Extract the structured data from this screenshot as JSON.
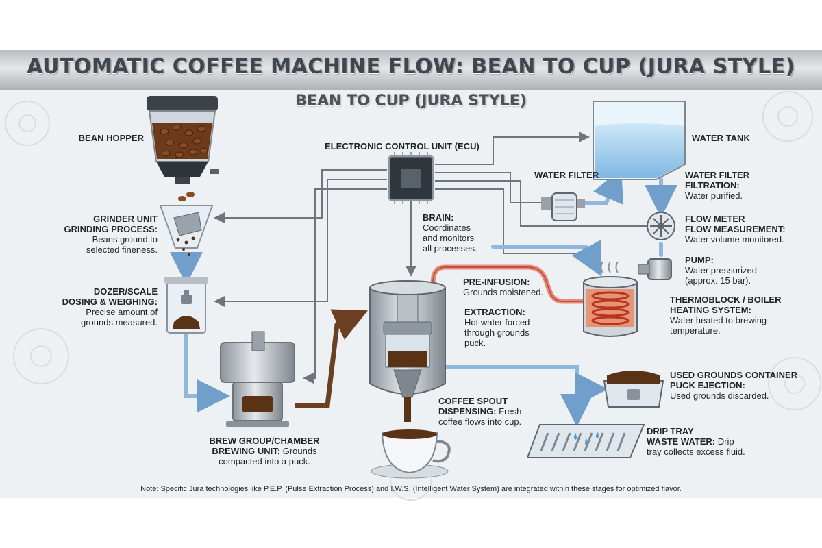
{
  "title": "AUTOMATIC COFFEE MACHINE FLOW: BEAN TO CUP (JURA STYLE)",
  "subtitle": "BEAN TO CUP (JURA STYLE)",
  "labels": {
    "bean_hopper": "BEAN HOPPER",
    "ecu": "ELECTRONIC CONTROL UNIT (ECU)",
    "water_tank": "WATER TANK",
    "water_filter": "WATER FILTER",
    "filtration_head": "WATER FILTER",
    "filtration_sub": "FILTRATION:",
    "filtration_desc": "Water purified.",
    "grinder_head": "GRINDER UNIT",
    "grinder_sub": "GRINDING PROCESS:",
    "grinder_desc1": "Beans ground to",
    "grinder_desc2": "selected fineness.",
    "brain_head": "BRAIN:",
    "brain_desc1": "Coordinates",
    "brain_desc2": "and monitors",
    "brain_desc3": "all processes.",
    "flow_head": "FLOW METER",
    "flow_sub": "FLOW MEASUREMENT:",
    "flow_desc": "Water volume monitored.",
    "pump_head": "PUMP:",
    "pump_desc1": "Water pressurized",
    "pump_desc2": "(approx. 15 bar).",
    "dozer_head": "DOZER/SCALE",
    "dozer_sub": "DOSING & WEIGHING:",
    "dozer_desc1": "Precise amount of",
    "dozer_desc2": "grounds measured.",
    "preinf_head": "PRE-INFUSION:",
    "preinf_desc": "Grounds moistened.",
    "extract_head": "EXTRACTION:",
    "extract_desc1": "Hot water forced",
    "extract_desc2": "through grounds",
    "extract_desc3": "puck.",
    "thermo_head": "THERMOBLOCK / BOILER",
    "thermo_sub": "HEATING SYSTEM:",
    "thermo_desc1": "Water heated to brewing",
    "thermo_desc2": "temperature.",
    "used_head": "USED GROUNDS CONTAINER",
    "used_sub": "PUCK EJECTION:",
    "used_desc": "Used grounds discarded.",
    "spout_head": "COFFEE SPOUT",
    "spout_sub": "DISPENSING:",
    "spout_desc1": "Fresh",
    "spout_desc2": "coffee flows into cup.",
    "drip_head": "DRIP TRAY",
    "drip_sub": "WASTE WATER:",
    "drip_desc1": "Drip",
    "drip_desc2": "tray collects excess fluid.",
    "brew_head": "BREW GROUP/CHAMBER",
    "brew_sub": "BREWING UNIT:",
    "brew_desc1": "Grounds",
    "brew_desc2": "compacted into a puck."
  },
  "note": "Note: Specific Jura technologies like P.E.P. (Pulse Extraction Process) and I.W.S. (Intelligent Water System) are integrated within these stages for optimized flavor.",
  "colors": {
    "arrow_blue": "#8fb8dc",
    "arrow_brown": "#7a4a2a",
    "arrow_red": "#e07a6a",
    "wire_gray": "#6e757c",
    "coffee": "#5a3216",
    "water": "#a9d3ef",
    "metal": "#c9ced3"
  }
}
